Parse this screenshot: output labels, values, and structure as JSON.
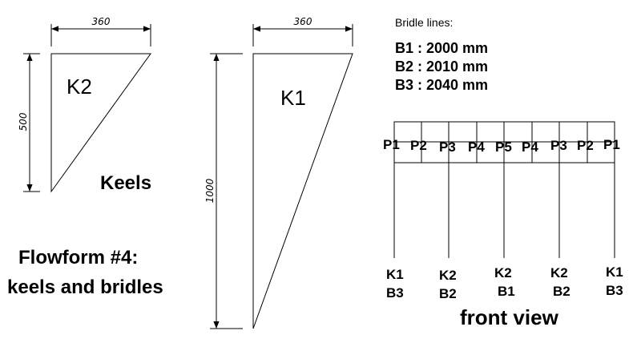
{
  "keels": {
    "k2": {
      "label": "K2",
      "width_dim": "360",
      "height_dim": "500"
    },
    "k1": {
      "label": "K1",
      "width_dim": "360",
      "height_dim": "1000"
    },
    "caption": "Keels"
  },
  "title": {
    "line1": "Flowform #4:",
    "line2": "keels and bridles"
  },
  "bridle": {
    "heading": "Bridle lines:",
    "lines": [
      "B1 : 2000 mm",
      "B2 : 2010 mm",
      "B3 : 2040 mm"
    ]
  },
  "front_view": {
    "points": [
      "P1",
      "P2",
      "P3",
      "P4",
      "P5",
      "P4",
      "P3",
      "P2",
      "P1"
    ],
    "attachments": [
      {
        "keel": "K1",
        "bridle": "B3"
      },
      {
        "keel": "K2",
        "bridle": "B2"
      },
      {
        "keel": "K2",
        "bridle": "B1"
      },
      {
        "keel": "K2",
        "bridle": "B2"
      },
      {
        "keel": "K1",
        "bridle": "B3"
      }
    ],
    "caption": "front view"
  }
}
